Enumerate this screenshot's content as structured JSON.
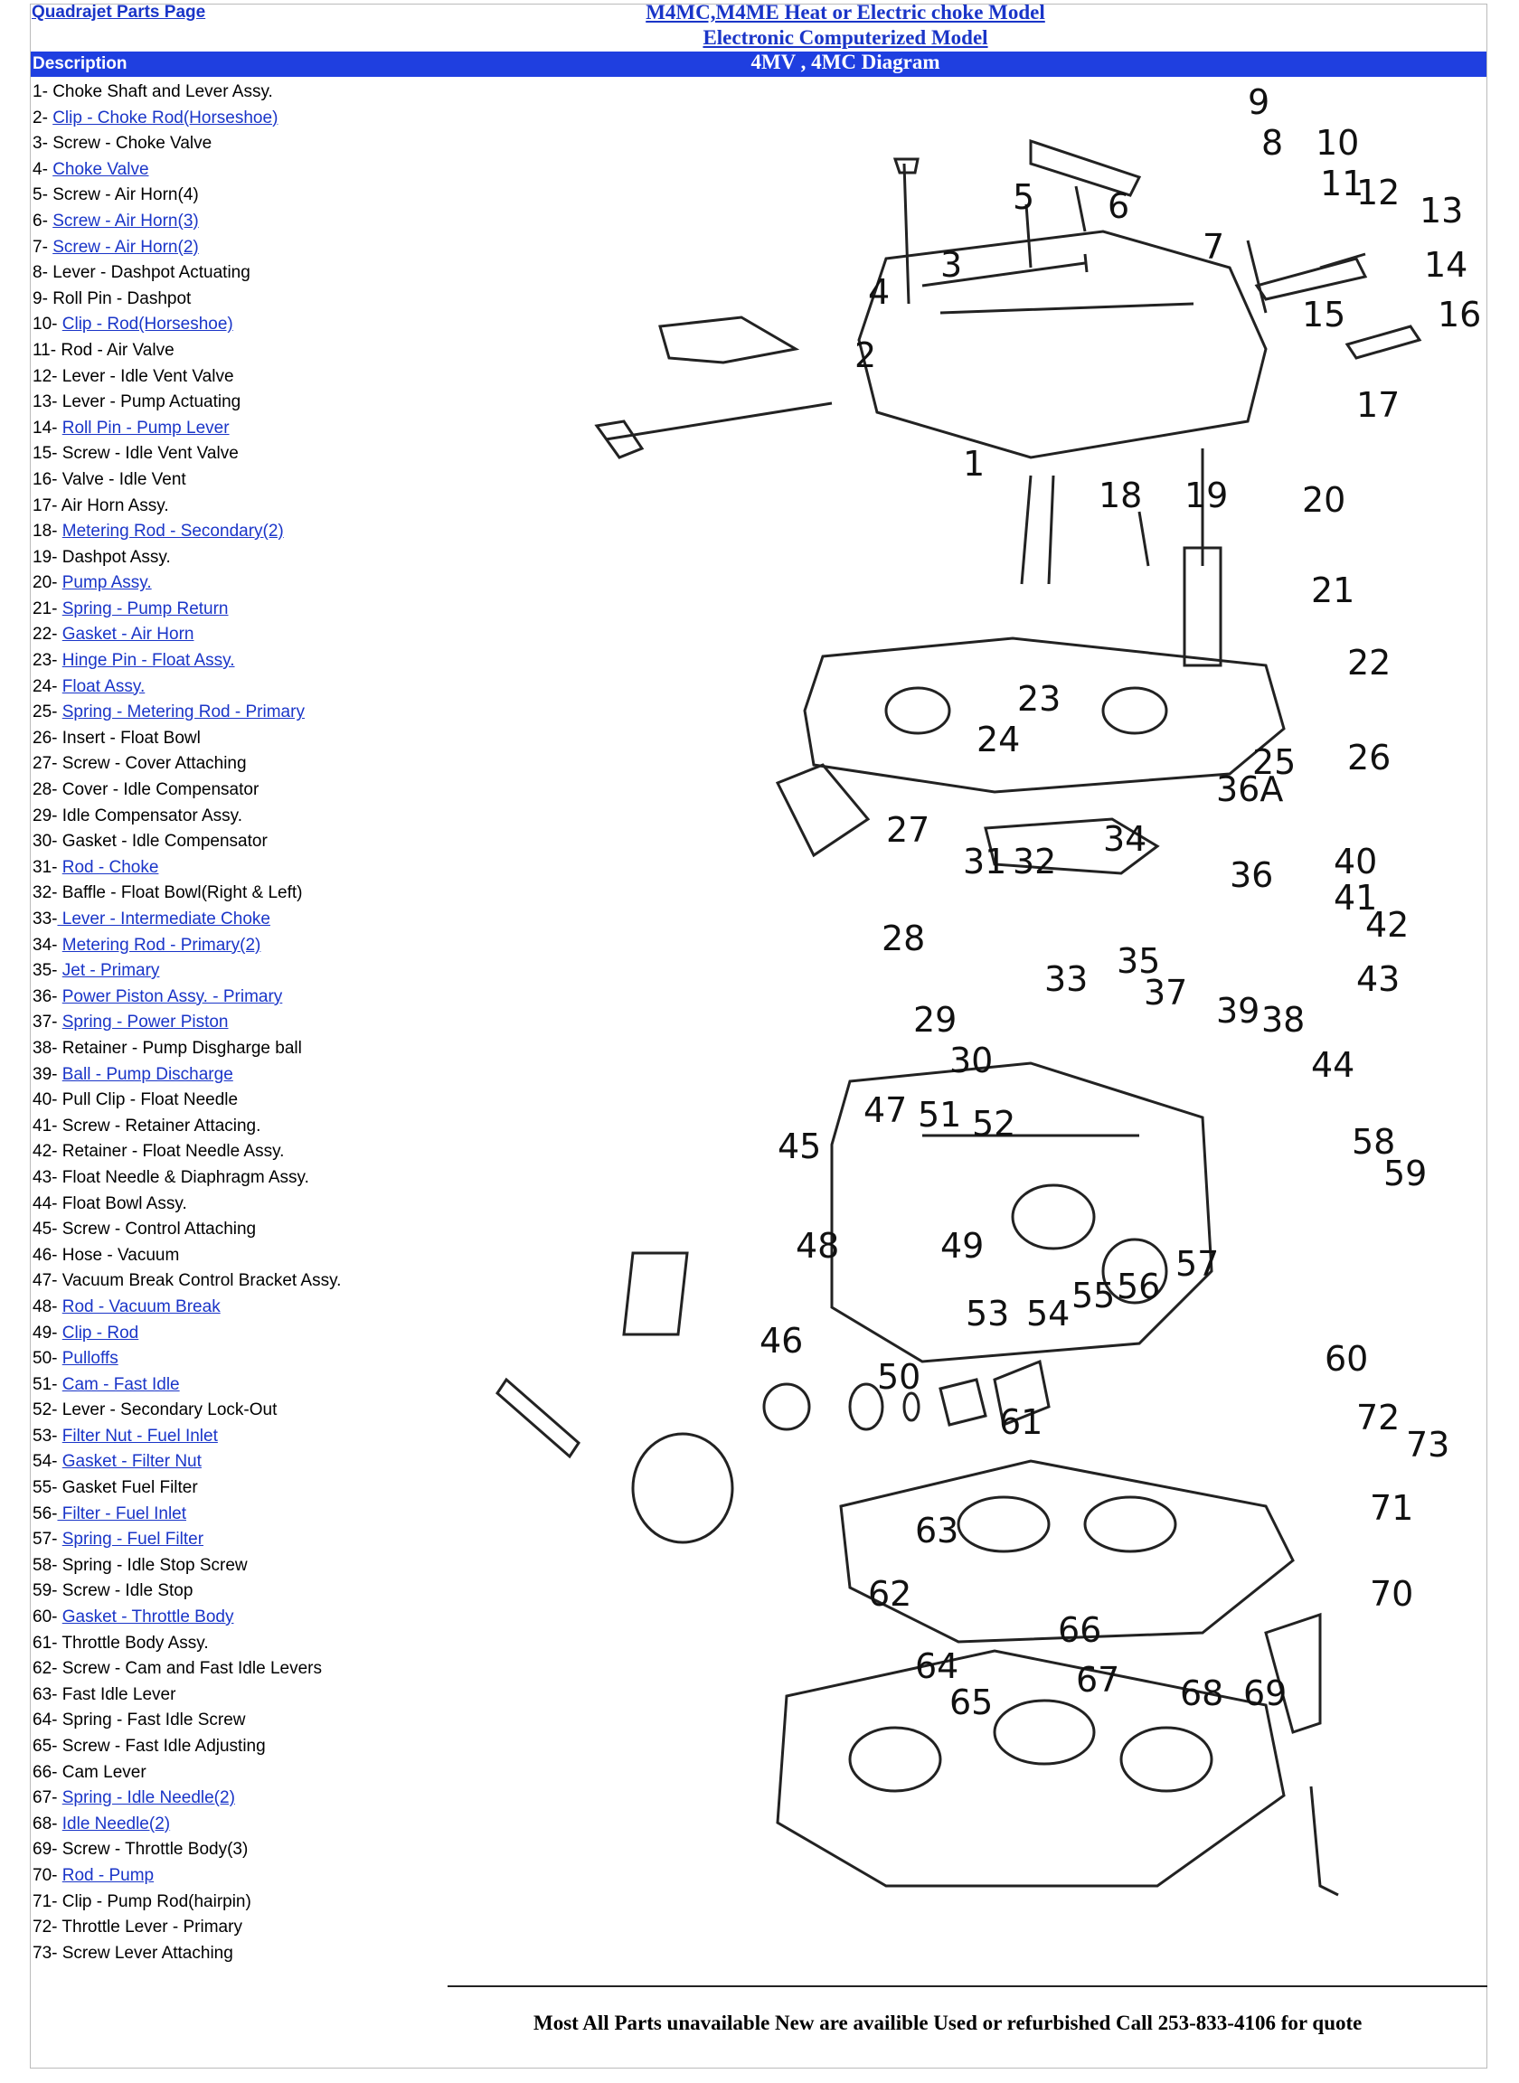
{
  "top_link": "Quadrajet Parts Page",
  "title": {
    "line1": "M4MC,M4ME Heat or Electric choke Model",
    "line2": "Electronic Computerized Model"
  },
  "header": {
    "description": "Description",
    "diagram": "4MV , 4MC Diagram"
  },
  "parts": [
    {
      "num": "1- ",
      "name": "Choke Shaft and Lever Assy.",
      "link": false
    },
    {
      "num": "2- ",
      "name": "Clip - Choke Rod(Horseshoe)",
      "link": true
    },
    {
      "num": "3- ",
      "name": "Screw - Choke Valve",
      "link": false
    },
    {
      "num": "4- ",
      "name": "Choke Valve",
      "link": true
    },
    {
      "num": "5- ",
      "name": "Screw - Air Horn(4)",
      "link": false
    },
    {
      "num": "6- ",
      "name": "Screw - Air Horn(3)",
      "link": true
    },
    {
      "num": "7- ",
      "name": "Screw - Air Horn(2)",
      "link": true
    },
    {
      "num": "8- ",
      "name": "Lever - Dashpot Actuating",
      "link": false
    },
    {
      "num": "9- ",
      "name": "Roll Pin - Dashpot",
      "link": false
    },
    {
      "num": "10- ",
      "name": "Clip - Rod(Horseshoe)",
      "link": true
    },
    {
      "num": "11- ",
      "name": "Rod - Air Valve",
      "link": false
    },
    {
      "num": "12- ",
      "name": "Lever - Idle Vent Valve",
      "link": false
    },
    {
      "num": "13- ",
      "name": "Lever - Pump Actuating",
      "link": false
    },
    {
      "num": "14- ",
      "name": "Roll Pin - Pump Lever",
      "link": true
    },
    {
      "num": "15- ",
      "name": "Screw - Idle Vent Valve",
      "link": false
    },
    {
      "num": "16- ",
      "name": "Valve - Idle Vent",
      "link": false
    },
    {
      "num": "17- ",
      "name": "Air Horn Assy.",
      "link": false
    },
    {
      "num": "18- ",
      "name": "Metering Rod - Secondary(2)",
      "link": true
    },
    {
      "num": "19- ",
      "name": "Dashpot Assy.",
      "link": false
    },
    {
      "num": "20- ",
      "name": "Pump Assy.",
      "link": true
    },
    {
      "num": "21- ",
      "name": "Spring - Pump Return",
      "link": true
    },
    {
      "num": "22- ",
      "name": "Gasket - Air Horn",
      "link": true
    },
    {
      "num": "23- ",
      "name": "Hinge Pin - Float Assy.",
      "link": true
    },
    {
      "num": "24- ",
      "name": "Float Assy.",
      "link": true
    },
    {
      "num": "25- ",
      "name": "Spring - Metering Rod - Primary",
      "link": true
    },
    {
      "num": "26- ",
      "name": "Insert - Float Bowl",
      "link": false
    },
    {
      "num": "27- ",
      "name": "Screw - Cover Attaching",
      "link": false
    },
    {
      "num": "28- ",
      "name": "Cover - Idle Compensator",
      "link": false
    },
    {
      "num": "29- ",
      "name": "Idle Compensator Assy.",
      "link": false
    },
    {
      "num": "30- ",
      "name": "Gasket - Idle Compensator",
      "link": false
    },
    {
      "num": "31- ",
      "name": "Rod - Choke",
      "link": true
    },
    {
      "num": "32- ",
      "name": "Baffle - Float Bowl(Right & Left)",
      "link": false
    },
    {
      "num": "33-",
      "name": " Lever - Intermediate Choke",
      "link": true
    },
    {
      "num": "34- ",
      "name": "Metering Rod - Primary(2)",
      "link": true
    },
    {
      "num": "35- ",
      "name": "Jet - Primary",
      "link": true
    },
    {
      "num": "36- ",
      "name": "Power Piston Assy. - Primary",
      "link": true
    },
    {
      "num": "37- ",
      "name": "Spring - Power Piston",
      "link": true
    },
    {
      "num": "38- ",
      "name": "Retainer - Pump Disgharge ball",
      "link": false
    },
    {
      "num": "39- ",
      "name": "Ball - Pump Discharge",
      "link": true
    },
    {
      "num": "40- ",
      "name": "Pull Clip - Float Needle",
      "link": false
    },
    {
      "num": "41- ",
      "name": "Screw - Retainer Attacing.",
      "link": false
    },
    {
      "num": "42- ",
      "name": "Retainer - Float Needle Assy.",
      "link": false
    },
    {
      "num": "43- ",
      "name": "Float Needle & Diaphragm Assy.",
      "link": false
    },
    {
      "num": "44- ",
      "name": "Float Bowl Assy.",
      "link": false
    },
    {
      "num": "45- ",
      "name": "Screw - Control Attaching",
      "link": false
    },
    {
      "num": "46- ",
      "name": "Hose - Vacuum",
      "link": false
    },
    {
      "num": "47- ",
      "name": "Vacuum Break Control Bracket Assy.",
      "link": false
    },
    {
      "num": "48- ",
      "name": "Rod - Vacuum Break",
      "link": true
    },
    {
      "num": "49- ",
      "name": "Clip - Rod",
      "link": true
    },
    {
      "num": "50- ",
      "name": "Pulloffs",
      "link": true
    },
    {
      "num": "51- ",
      "name": "Cam - Fast Idle",
      "link": true
    },
    {
      "num": "52- ",
      "name": "Lever - Secondary Lock-Out",
      "link": false
    },
    {
      "num": "53- ",
      "name": "Filter Nut - Fuel Inlet",
      "link": true
    },
    {
      "num": "54- ",
      "name": "Gasket - Filter Nut",
      "link": true
    },
    {
      "num": "55- ",
      "name": "Gasket Fuel Filter",
      "link": false
    },
    {
      "num": "56-",
      "name": " Filter - Fuel Inlet",
      "link": true
    },
    {
      "num": "57- ",
      "name": "Spring - Fuel Filter",
      "link": true
    },
    {
      "num": "58- ",
      "name": "Spring - Idle Stop Screw",
      "link": false
    },
    {
      "num": "59- ",
      "name": "Screw - Idle Stop",
      "link": false
    },
    {
      "num": "60- ",
      "name": "Gasket - Throttle Body",
      "link": true
    },
    {
      "num": "61- ",
      "name": "Throttle Body Assy.",
      "link": false
    },
    {
      "num": "62- ",
      "name": "Screw - Cam and Fast Idle Levers",
      "link": false
    },
    {
      "num": "63- ",
      "name": "Fast Idle Lever",
      "link": false
    },
    {
      "num": "64- ",
      "name": "Spring - Fast Idle Screw",
      "link": false
    },
    {
      "num": "65- ",
      "name": "Screw - Fast Idle Adjusting",
      "link": false
    },
    {
      "num": "66- ",
      "name": "Cam Lever",
      "link": false
    },
    {
      "num": "67- ",
      "name": "Spring - Idle Needle(2)",
      "link": true
    },
    {
      "num": "68- ",
      "name": "Idle Needle(2)",
      "link": true
    },
    {
      "num": "69- ",
      "name": "Screw - Throttle Body(3)",
      "link": false
    },
    {
      "num": "70- ",
      "name": "Rod - Pump",
      "link": true
    },
    {
      "num": "71- ",
      "name": "Clip - Pump Rod(hairpin)",
      "link": false
    },
    {
      "num": "72- ",
      "name": "Throttle Lever - Primary",
      "link": false
    },
    {
      "num": "73- ",
      "name": "Screw Lever Attaching",
      "link": false
    }
  ],
  "diagram": {
    "callouts": [
      "1",
      "2",
      "3",
      "4",
      "5",
      "6",
      "7",
      "8",
      "9",
      "10",
      "11",
      "12",
      "13",
      "14",
      "15",
      "16",
      "17",
      "18",
      "19",
      "20",
      "21",
      "22",
      "23",
      "24",
      "25",
      "26",
      "27",
      "28",
      "29",
      "30",
      "31",
      "32",
      "33",
      "34",
      "35",
      "36",
      "36A",
      "37",
      "38",
      "39",
      "40",
      "41",
      "42",
      "43",
      "44",
      "45",
      "46",
      "47",
      "48",
      "49",
      "50",
      "51",
      "52",
      "53",
      "54",
      "55",
      "56",
      "57",
      "58",
      "59",
      "60",
      "61",
      "62",
      "63",
      "64",
      "65",
      "66",
      "67",
      "68",
      "69",
      "70",
      "71",
      "72",
      "73"
    ]
  },
  "footer": "Most All Parts unavailable New are availible Used or refurbished Call 253-833-4106 for quote"
}
